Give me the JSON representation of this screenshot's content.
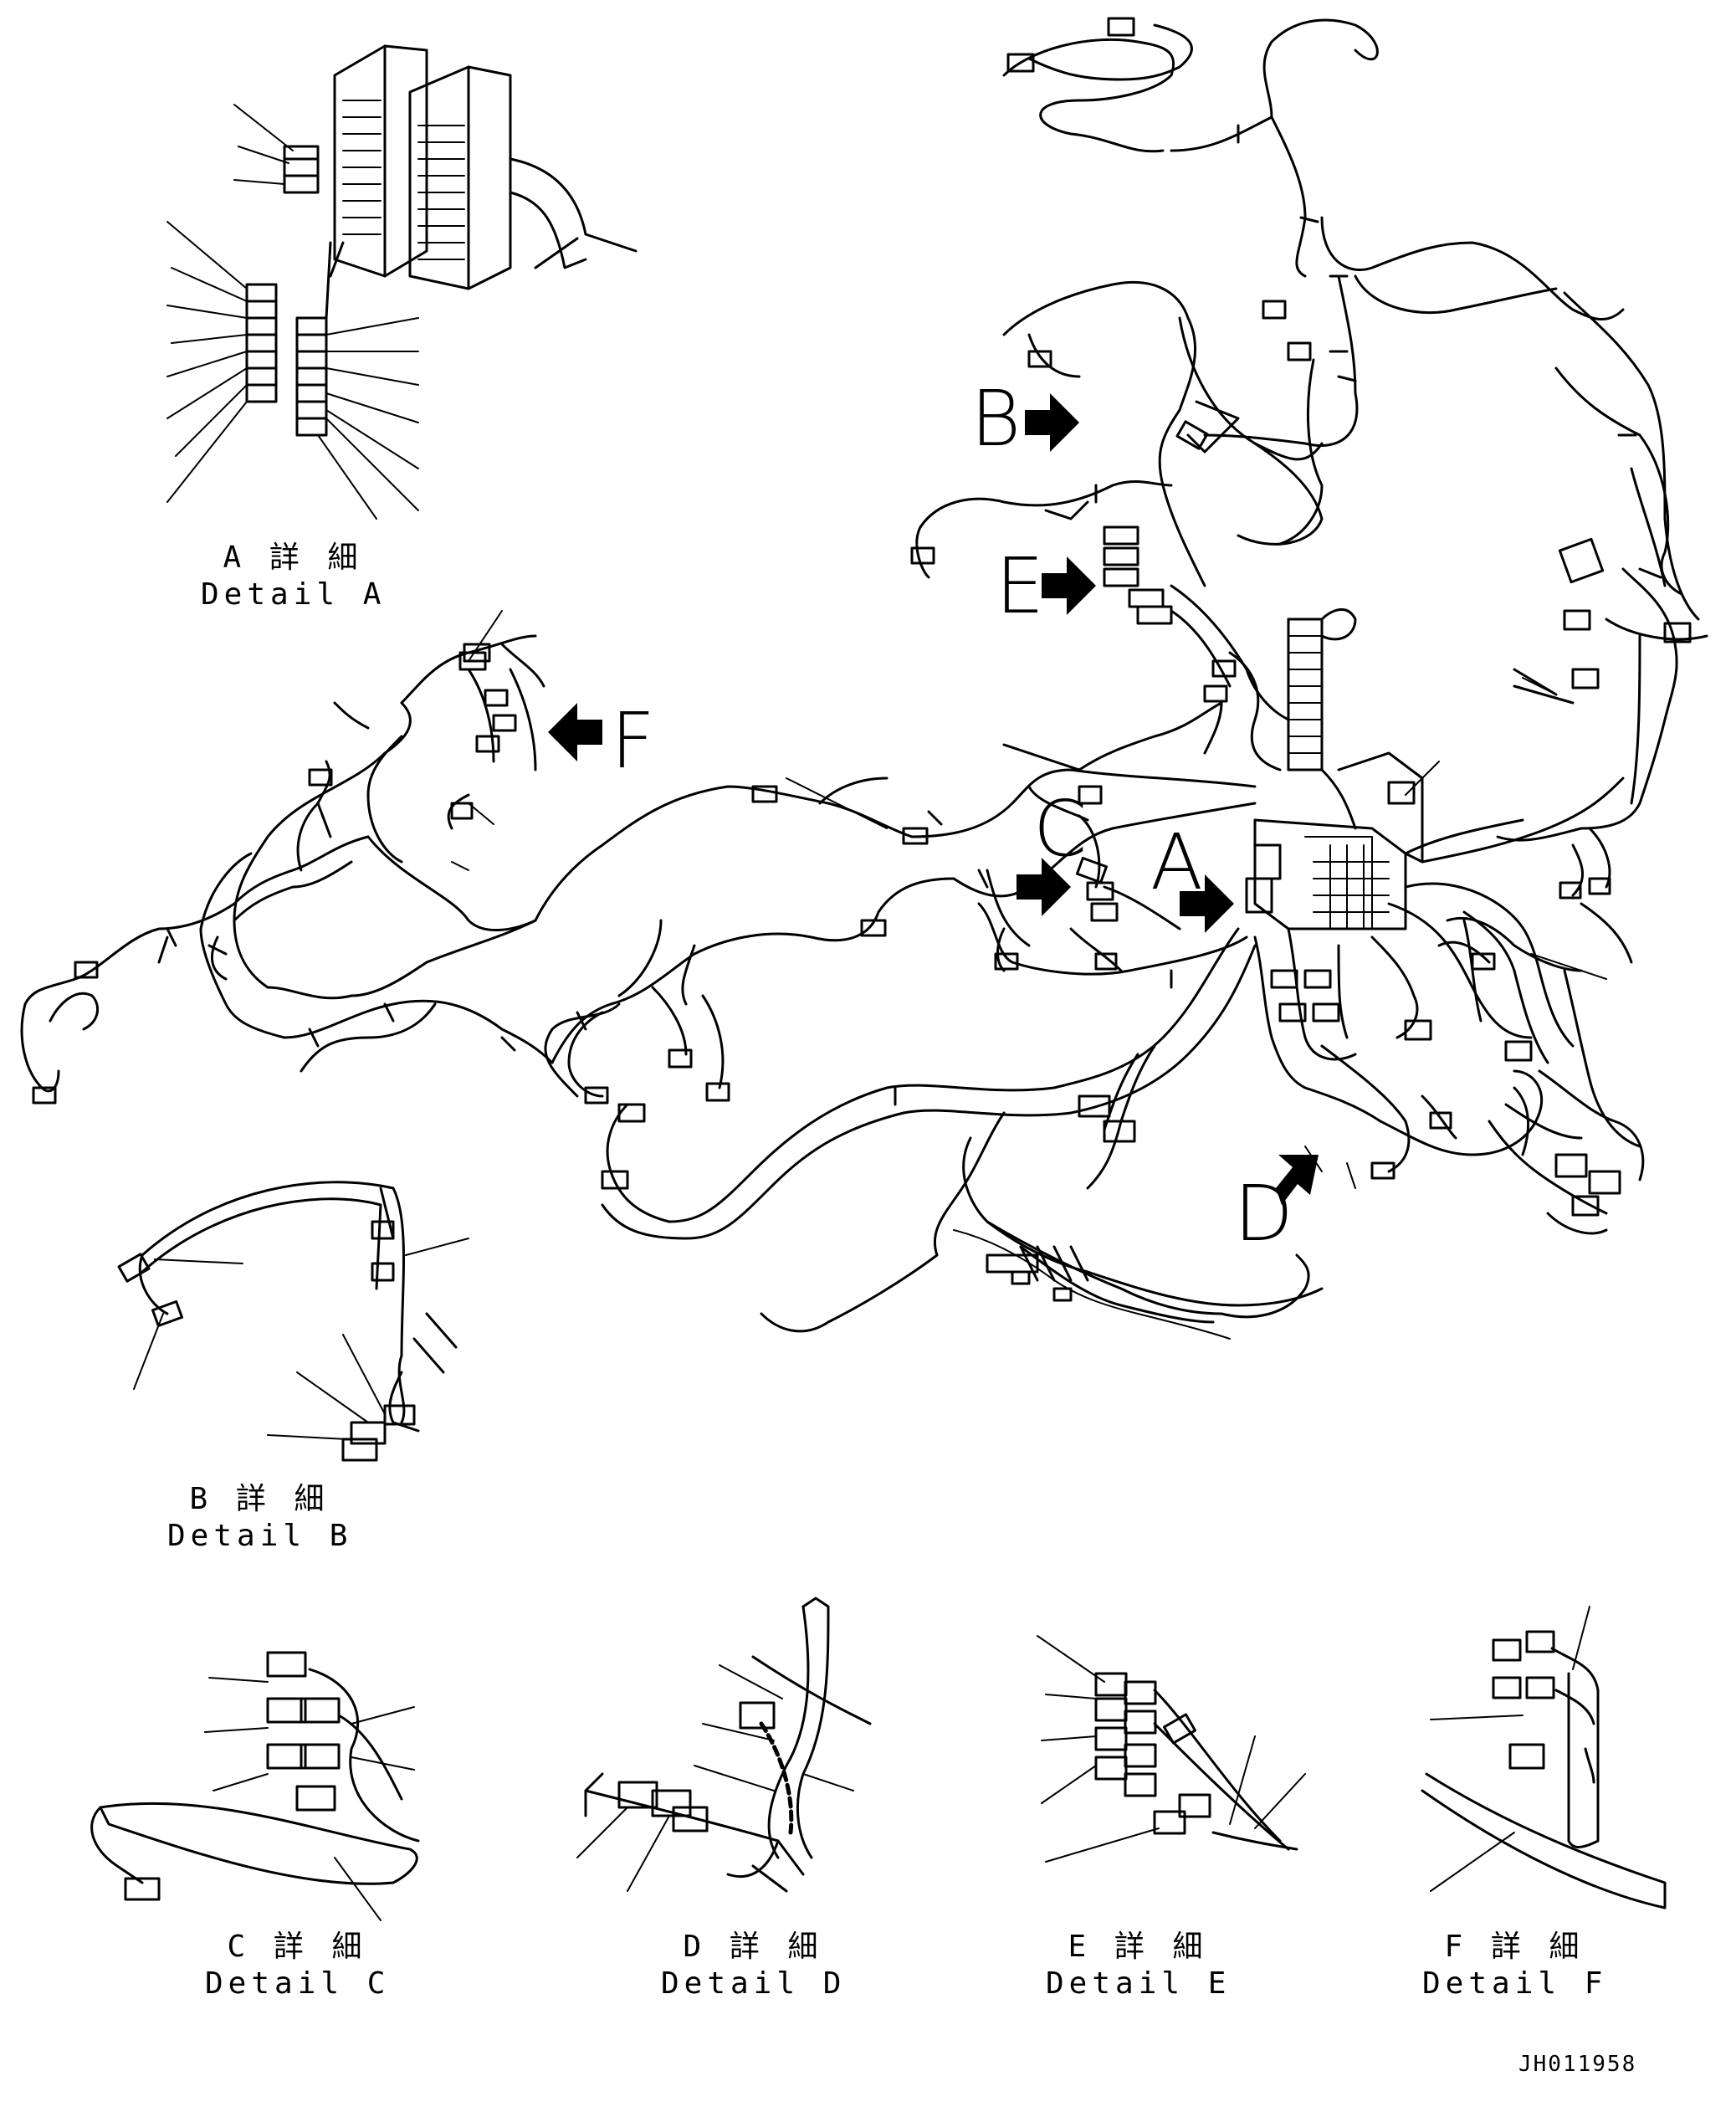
{
  "labels": {
    "A": "A",
    "B": "B",
    "C": "C",
    "D": "D",
    "E": "E",
    "F": "F"
  },
  "captions": {
    "A": {
      "jp": "A 詳 細",
      "en": "Detail A"
    },
    "B": {
      "jp": "B 詳 細",
      "en": "Detail B"
    },
    "C": {
      "jp": "C 詳 細",
      "en": "Detail C"
    },
    "D": {
      "jp": "D 詳 細",
      "en": "Detail D"
    },
    "E": {
      "jp": "E 詳 細",
      "en": "Detail E"
    },
    "F": {
      "jp": "F 詳 細",
      "en": "Detail F"
    }
  },
  "doc_code": "JH011958",
  "colors": {
    "ink": "#000000",
    "paper": "#ffffff"
  }
}
